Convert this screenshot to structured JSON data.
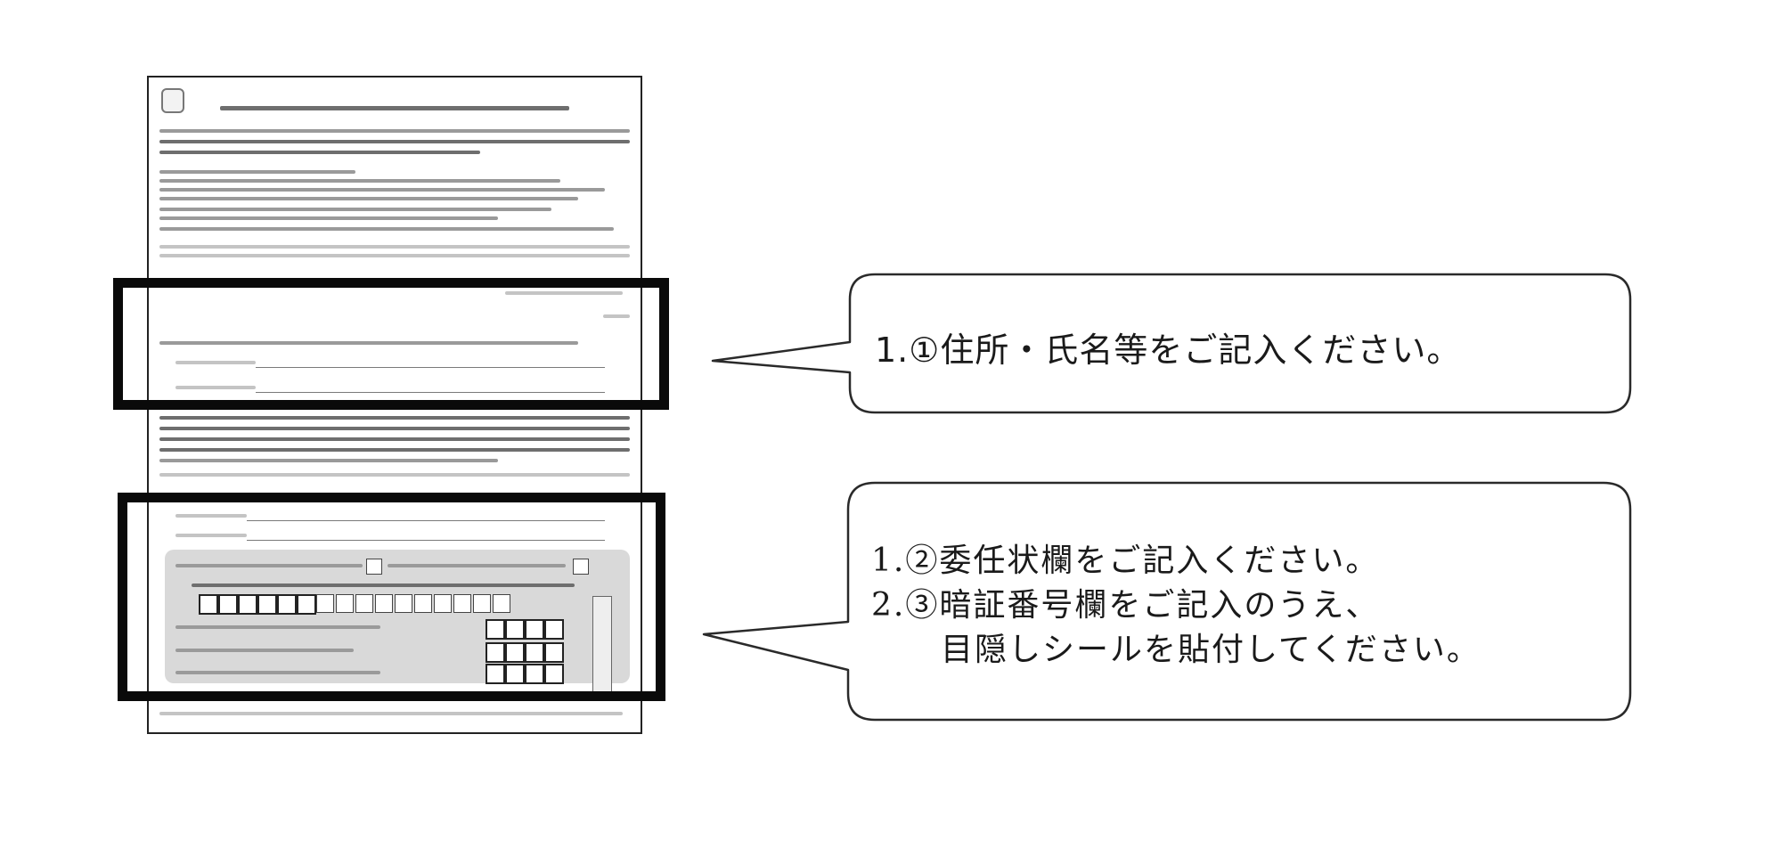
{
  "document": {
    "thumbnail_description": ""
  },
  "callouts": [
    {
      "id": "callout-1",
      "lines": [
        "1.①住所・氏名等をご記入ください。"
      ]
    },
    {
      "id": "callout-2",
      "lines": [
        "1.②委任状欄をご記入ください。",
        "2.③暗証番号欄をご記入のうえ、",
        "　目隠しシールを貼付してください。"
      ]
    }
  ]
}
